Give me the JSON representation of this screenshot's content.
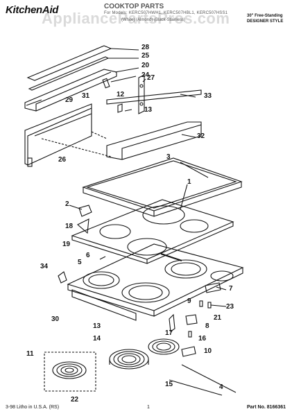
{
  "header": {
    "brand": "KitchenAid",
    "title": "COOKTOP PARTS",
    "models": "For Models: KERC507HWH1, KERC507HBL1, KERC507HSS1",
    "colors": "(White)     (Almond)     (Black-Stainless)",
    "style_line1": "30\" Free-Standing",
    "style_line2": "DESIGNER STYLE"
  },
  "watermark": "AppliancePartsPros.com",
  "footer": {
    "left": "3-98 Litho in U.S.A. (RS)",
    "center": "1",
    "right": "Part No. 8166361"
  },
  "callouts": [
    "28",
    "25",
    "20",
    "24",
    "27",
    "12",
    "31",
    "29",
    "13",
    "33",
    "32",
    "26",
    "3",
    "1",
    "2",
    "18",
    "19",
    "6",
    "5",
    "34",
    "7",
    "9",
    "23",
    "21",
    "30",
    "8",
    "17",
    "13",
    "16",
    "14",
    "10",
    "11",
    "22",
    "4",
    "15"
  ]
}
